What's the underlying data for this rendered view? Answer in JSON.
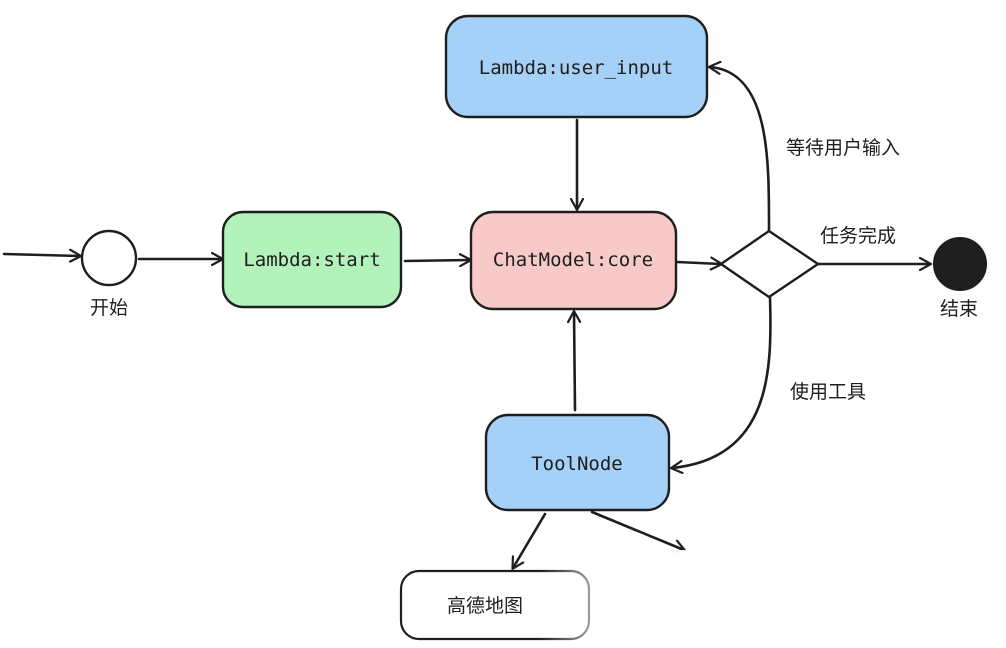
{
  "nodes": {
    "start_label": "开始",
    "lambda_start": "Lambda:start",
    "chatmodel_core": "ChatModel:core",
    "lambda_user_input": "Lambda:user_input",
    "tool_node": "ToolNode",
    "amap": "高德地图",
    "end_label": "结束"
  },
  "edges": {
    "wait_user_input": "等待用户输入",
    "task_complete": "任务完成",
    "use_tool": "使用工具"
  },
  "colors": {
    "lambda_start_fill": "#b2f2bb",
    "chatmodel_fill": "#f7c9c9",
    "blue_fill": "#a5d0f7",
    "white_fill": "#ffffff",
    "end_fill": "#1e1e1e",
    "stroke": "#1e1e1e"
  }
}
